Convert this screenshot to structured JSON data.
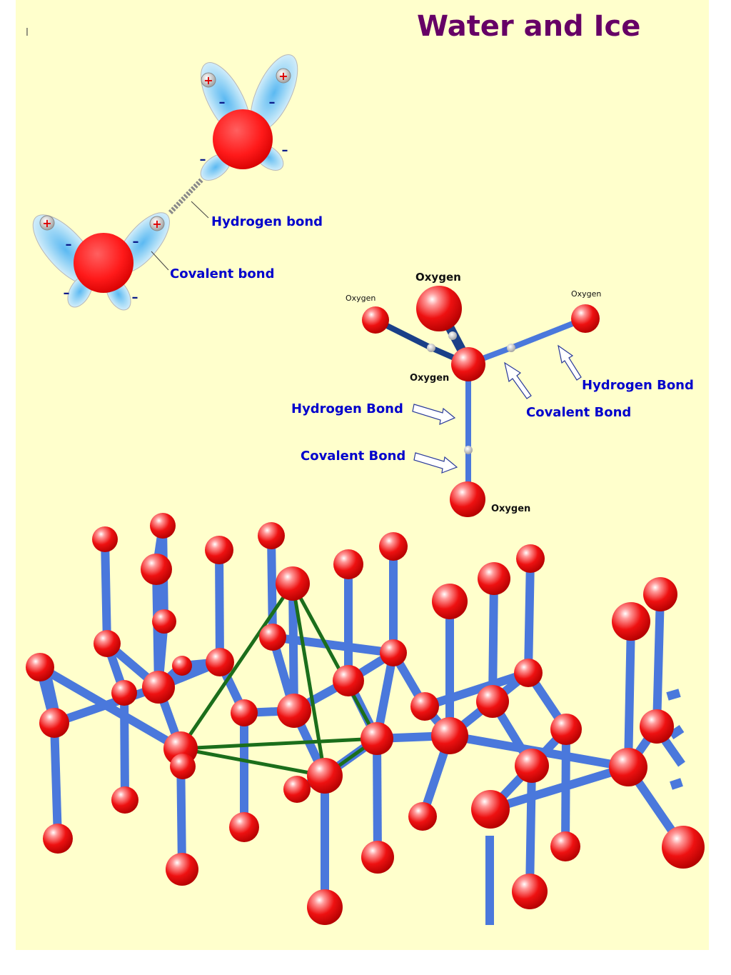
{
  "page": {
    "title": "Water and Ice",
    "corner_mark": "l"
  },
  "molecule_pair": {
    "plus_sign": "+",
    "minus_sign": "–",
    "hydrogen_bond_label": "Hydrogen bond",
    "covalent_bond_label": "Covalent bond"
  },
  "tetrahedron": {
    "oxygen_label": "Oxygen",
    "hydrogen_bond_label": "Hydrogen Bond",
    "covalent_bond_label": "Covalent Bond"
  },
  "colors": {
    "background": "#ffffcc",
    "title": "#660066",
    "label": "#0000cc",
    "oxygen": "#ee1111",
    "bond": "#4a78dc",
    "dark_bond": "#1a3f88",
    "tetra_edge": "#1b6e1b",
    "lobe": "#7cc6f0"
  },
  "icons": [
    "oxygen-atom-icon",
    "hydrogen-atom-icon",
    "arrow-icon"
  ]
}
